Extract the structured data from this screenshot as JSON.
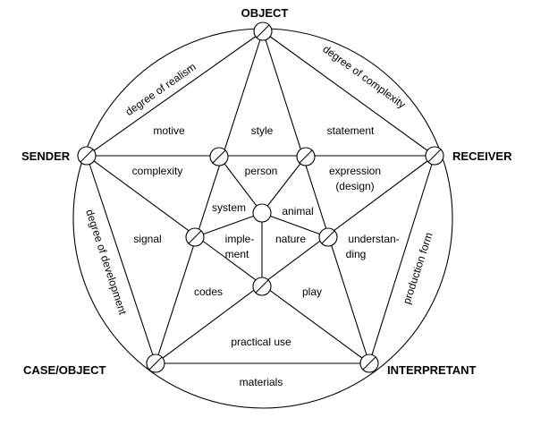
{
  "vertices": {
    "object": "OBJECT",
    "sender": "SENDER",
    "receiver": "RECEIVER",
    "case_object": "CASE/OBJECT",
    "interpretant": "INTERPRETANT"
  },
  "edge_labels": {
    "sender_object": "degree of realism",
    "object_receiver": "degree of complexity",
    "receiver_interpretant": "production form",
    "sender_case": "degree of development",
    "case_interpretant": "materials"
  },
  "regions": {
    "motive": "motive",
    "style": "style",
    "statement": "statement",
    "complexity": "complexity",
    "person": "person",
    "expression_1": "expression",
    "expression_2": "(design)",
    "system": "system",
    "animal": "animal",
    "signal": "signal",
    "implement_1": "imple-",
    "implement_2": "ment",
    "nature": "nature",
    "understanding_1": "understan-",
    "understanding_2": "ding",
    "codes": "codes",
    "play": "play",
    "practical_use": "practical use"
  }
}
